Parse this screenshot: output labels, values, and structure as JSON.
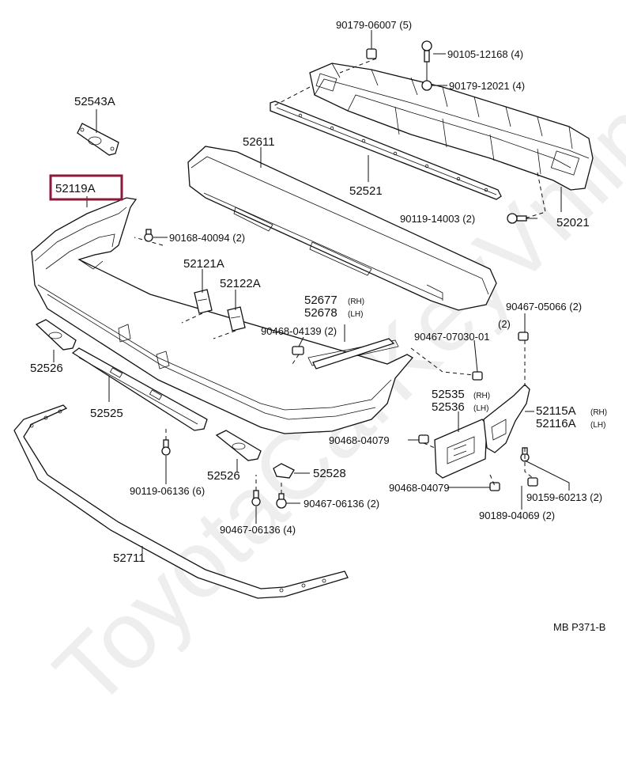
{
  "labels": {
    "p90179_06007": "90179-06007 (5)",
    "p90105_12168": "90105-12168 (4)",
    "p90179_12021": "90179-12021 (4)",
    "p52543A": "52543A",
    "p52611": "52611",
    "p52119A": "52119A",
    "p52521": "52521",
    "p90119_14003": "90119-14003 (2)",
    "p52021": "52021",
    "p90168_40094": "90168-40094 (2)",
    "p52121A": "52121A",
    "p52122A": "52122A",
    "p52677": "52677",
    "p52677_side": "(RH)",
    "p52678": "52678",
    "p52678_side": "(LH)",
    "p90467_05066": "90467-05066 (2)",
    "p90468_04139": "90468-04139 (2)",
    "p90467_07030_qty": "(2)",
    "p90467_07030": "90467-07030-01",
    "p52526_a": "52526",
    "p52535": "52535",
    "p52535_side": "(RH)",
    "p52536": "52536",
    "p52536_side": "(LH)",
    "p52115A": "52115A",
    "p52115A_side": "(RH)",
    "p52116A": "52116A",
    "p52116A_side": "(LH)",
    "p52525": "52525",
    "p90468_04079_a": "90468-04079",
    "p52526_b": "52526",
    "p52528": "52528",
    "p90468_04079_b": "90468-04079",
    "p90159_60213": "90159-60213 (2)",
    "p90119_06136": "90119-06136 (6)",
    "p90467_06136_a": "90467-06136 (2)",
    "p90189_04069": "90189-04069 (2)",
    "p90467_06136_b": "90467-06136 (4)",
    "p52711": "52711",
    "diagram_code": "MB P371-B"
  },
  "highlight_color": "#8b1a3a",
  "watermark": "ToyotaCarKeyVnline.ru"
}
